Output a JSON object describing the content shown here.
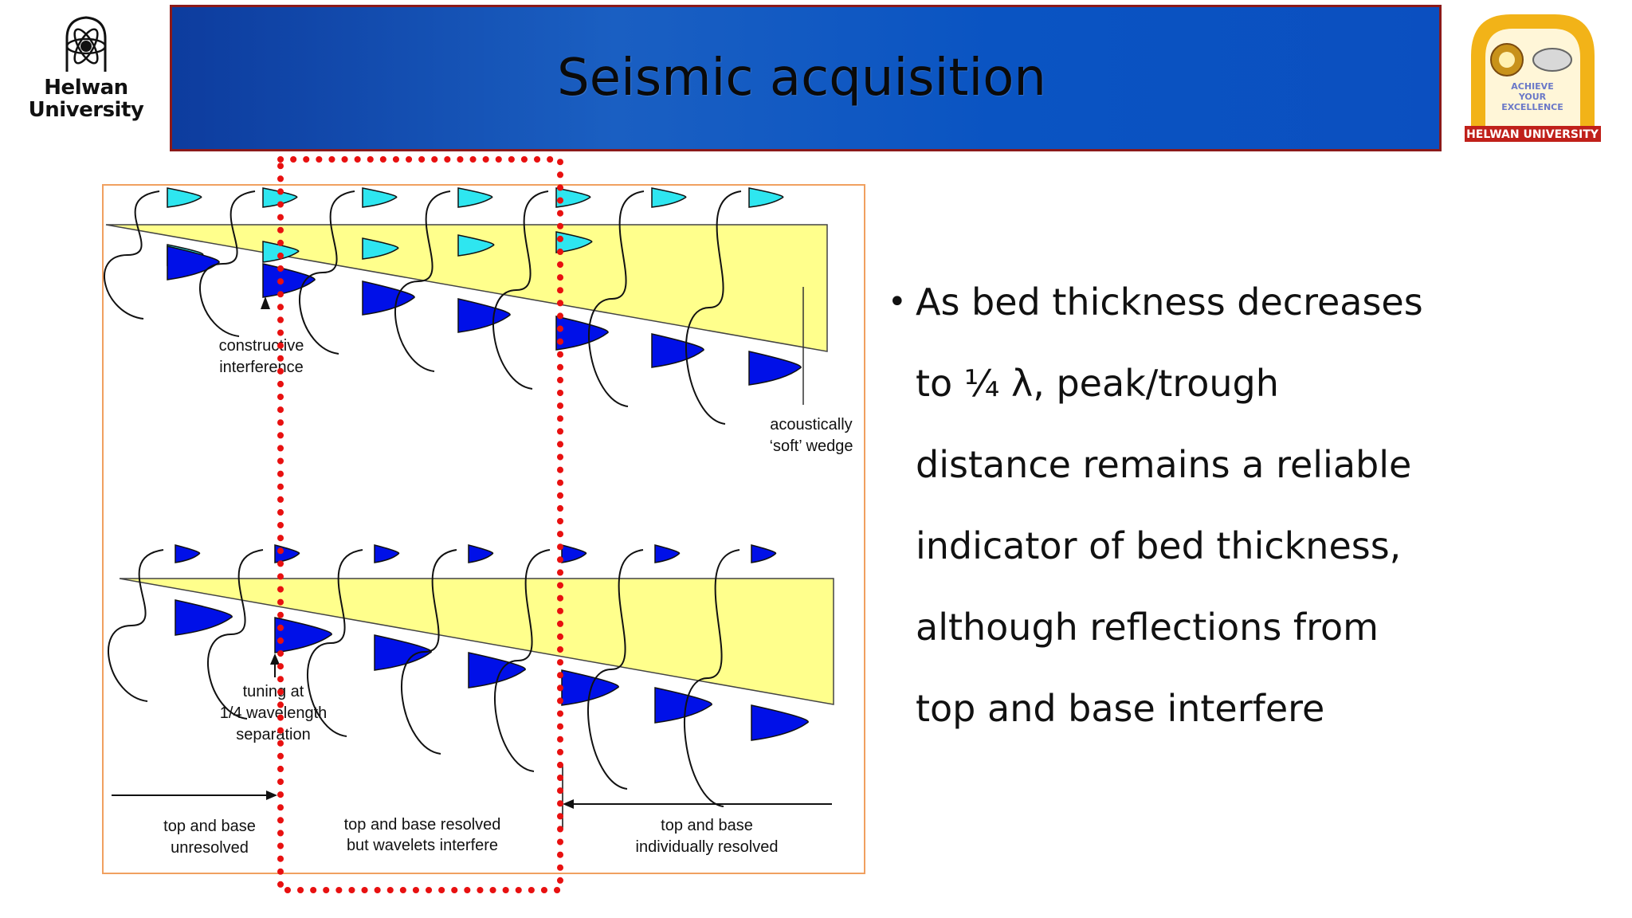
{
  "header": {
    "title": "Seismic acquisition",
    "left_logo": {
      "line1": "Helwan",
      "line2": "University"
    },
    "right_logo": {
      "center_text": [
        "ACHIEVE",
        "YOUR",
        "EXCELLENCE"
      ],
      "bottom_text": "HELWAN UNIVERSITY",
      "icon": "university-chapter-crest"
    }
  },
  "diagram": {
    "labels": {
      "constructive_1": "constructive",
      "constructive_2": "interference",
      "soft_wedge_1": "acoustically",
      "soft_wedge_2": "‘soft’ wedge",
      "tuning_1": "tuning at",
      "tuning_2": "1/4 wavelength",
      "tuning_3": "separation",
      "unresolved_1": "top and base",
      "unresolved_2": "unresolved",
      "interfere_1": "top and base resolved",
      "interfere_2": "but wavelets interfere",
      "resolved_1": "top and base",
      "resolved_2": "individually resolved"
    },
    "colors": {
      "wedge_fill": "#ffff8c",
      "wavelet_top_soft": "#2ee6f0",
      "wavelet_dark": "#0010e8",
      "highlight_box": "#e81010",
      "frame": "#f0a060"
    }
  },
  "bullets": [
    {
      "lines": [
        "As bed thickness decreases",
        "to ¼ λ, peak/trough",
        "distance remains a reliable",
        "indicator of bed thickness,",
        "although reflections from",
        "top and base interfere"
      ]
    }
  ]
}
